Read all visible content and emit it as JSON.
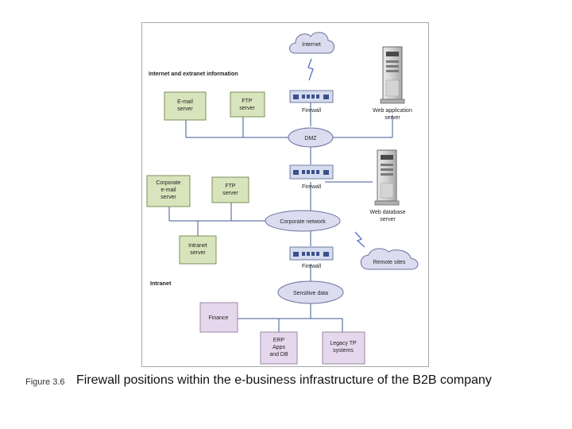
{
  "figure": {
    "number": "Figure 3.6",
    "caption": "Firewall positions within the e-business infrastructure of the B2B company"
  },
  "sections": {
    "internet_extranet": "Internet and extranet information",
    "intranet": "Intranet"
  },
  "clouds": {
    "internet": "Internet",
    "remote_sites": "Remote sites"
  },
  "hubs": {
    "dmz": "DMZ",
    "corporate_network": "Corporate network",
    "sensitive_data": "Sensitive data"
  },
  "firewalls": {
    "top": "Firewall",
    "middle": "Firewall",
    "bottom": "Firewall"
  },
  "towers": {
    "web_application_server": [
      "Web application",
      "server"
    ],
    "web_database_server": [
      "Web database",
      "server"
    ]
  },
  "boxes": {
    "email_server": [
      "E-mail",
      "server"
    ],
    "ftp_server_top": [
      "FTP",
      "server"
    ],
    "corporate_email_server": [
      "Corporate",
      "e-mail",
      "server"
    ],
    "ftp_server_mid": [
      "FTP",
      "server"
    ],
    "intranet_server": [
      "Intranet",
      "server"
    ],
    "finance": [
      "Finance"
    ],
    "erp": [
      "ERP",
      "Apps",
      "and DB"
    ],
    "legacy_tp": [
      "Legacy TP",
      "systems"
    ]
  },
  "colors": {
    "server_box_fill": "#d8e4bc",
    "server_box_border": "#7d8f5a",
    "intranet_box_fill": "#e6d8ec",
    "intranet_box_border": "#9a86a6",
    "ellipse_fill": "#dcdcf0",
    "ellipse_border": "#6f6fa0",
    "firewall_fill": "#d6dcef",
    "firewall_port": "#3c4f8a",
    "line": "#3e5a94",
    "lightning": "#5b7bc7"
  }
}
